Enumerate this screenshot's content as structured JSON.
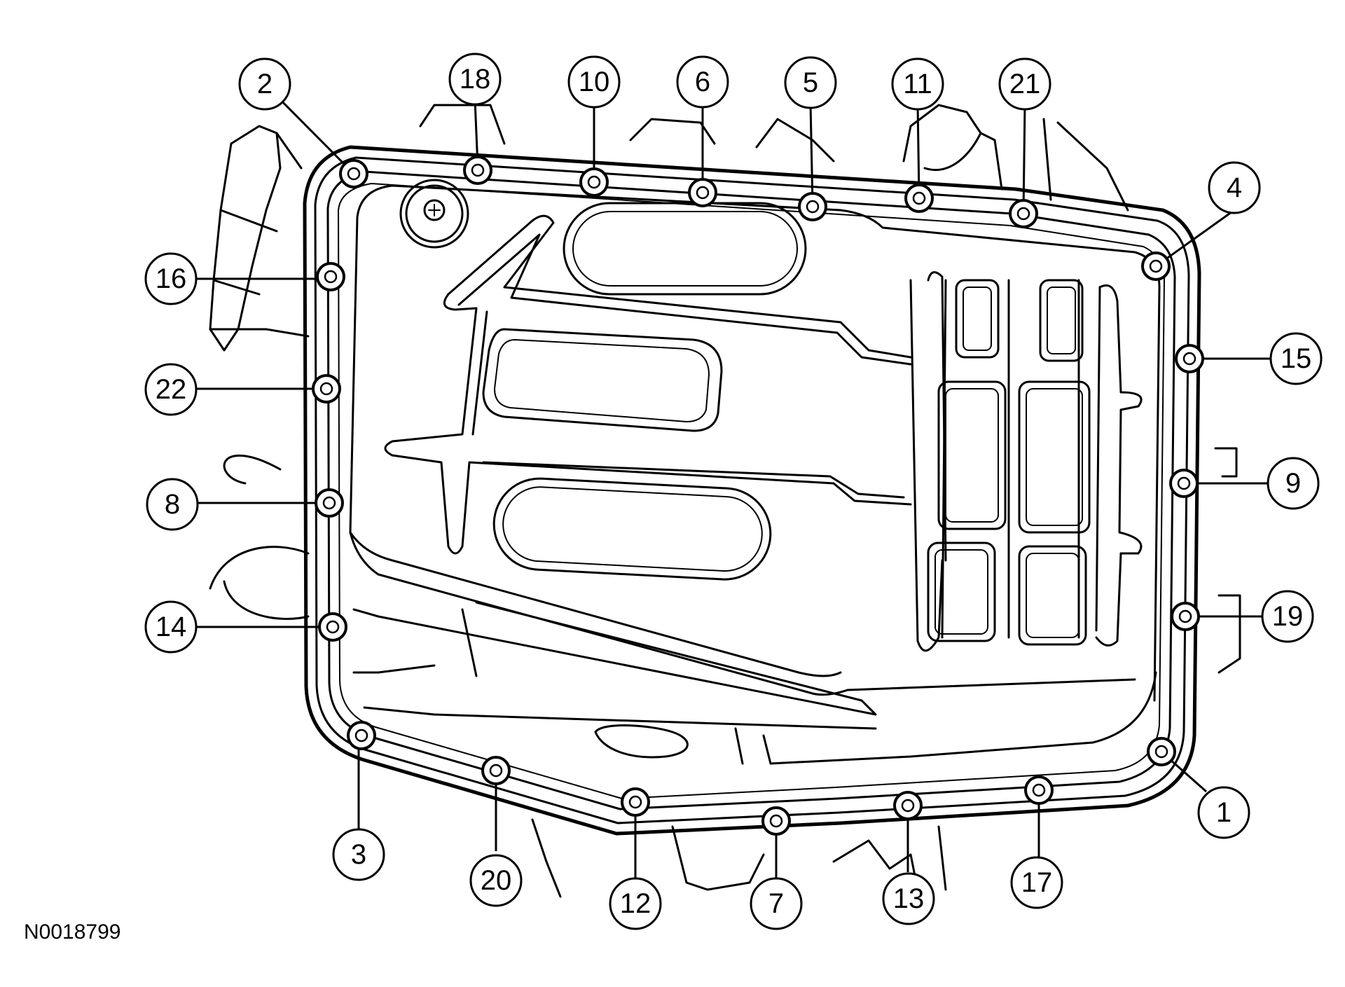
{
  "diagram": {
    "reference_code": "N0018799",
    "callouts": [
      {
        "label": "1"
      },
      {
        "label": "2"
      },
      {
        "label": "3"
      },
      {
        "label": "4"
      },
      {
        "label": "5"
      },
      {
        "label": "6"
      },
      {
        "label": "7"
      },
      {
        "label": "8"
      },
      {
        "label": "9"
      },
      {
        "label": "10"
      },
      {
        "label": "11"
      },
      {
        "label": "12"
      },
      {
        "label": "13"
      },
      {
        "label": "14"
      },
      {
        "label": "15"
      },
      {
        "label": "16"
      },
      {
        "label": "17"
      },
      {
        "label": "18"
      },
      {
        "label": "19"
      },
      {
        "label": "20"
      },
      {
        "label": "21"
      },
      {
        "label": "22"
      }
    ]
  }
}
